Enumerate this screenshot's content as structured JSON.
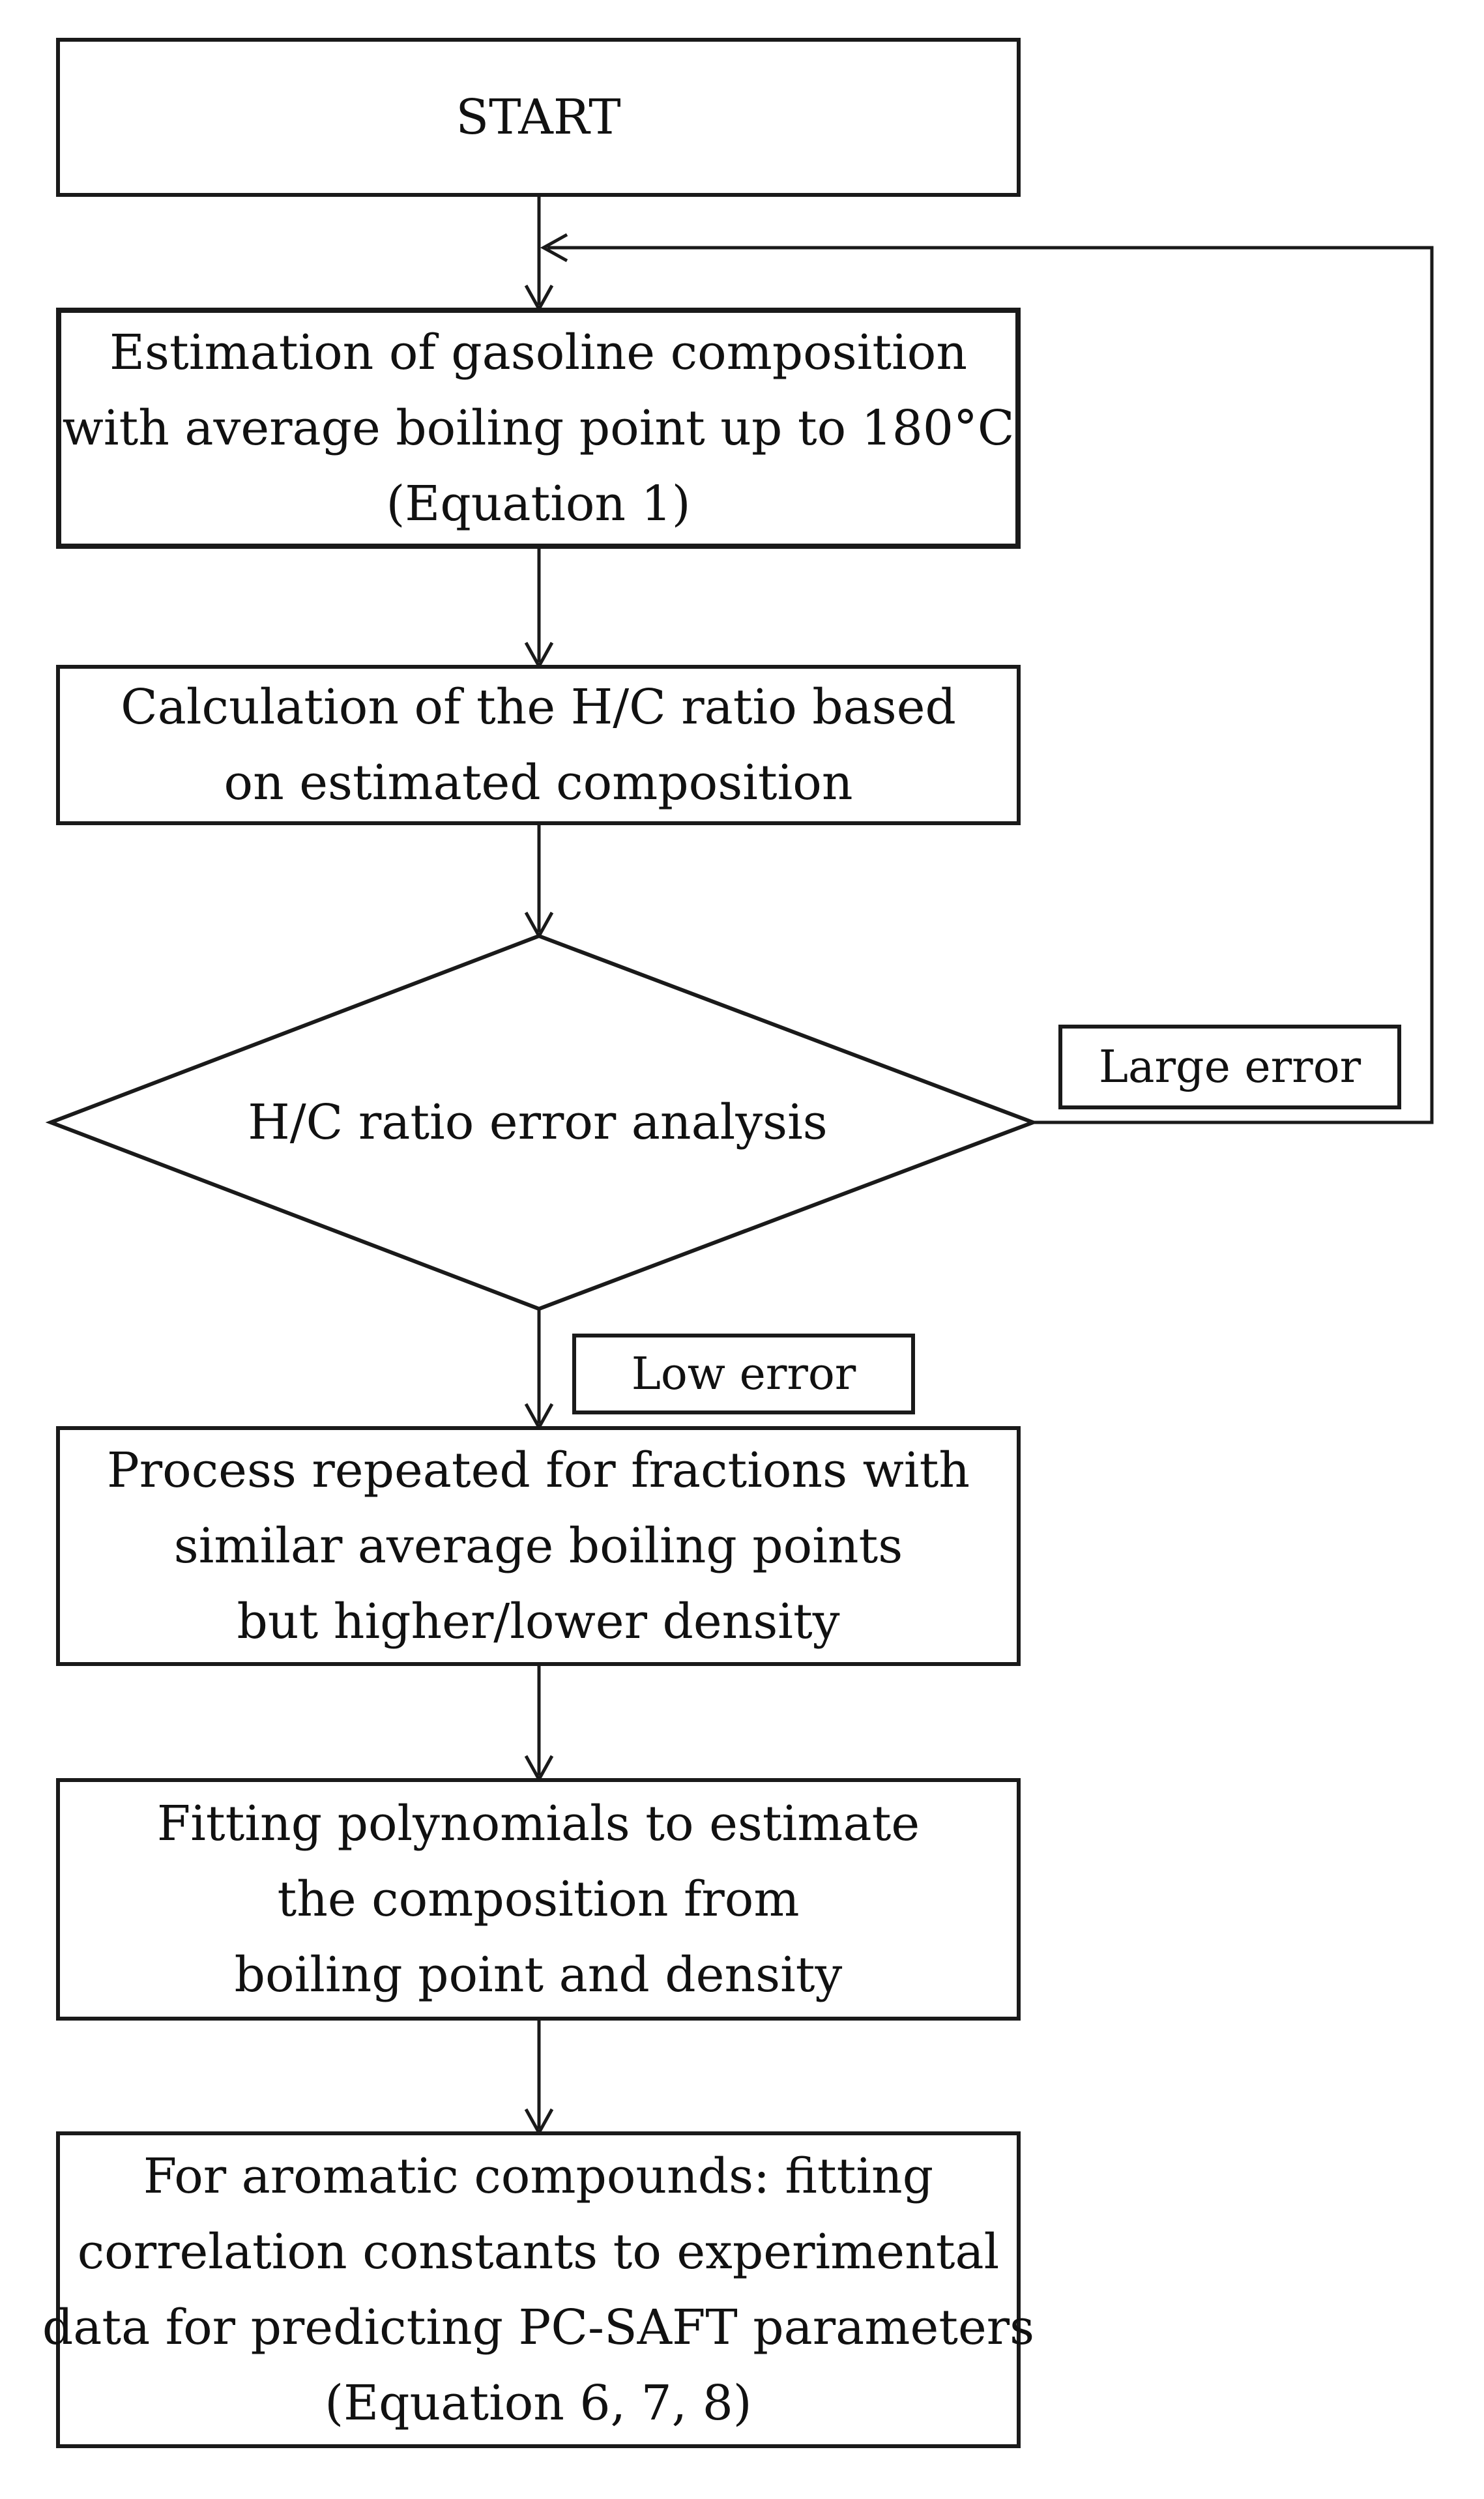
{
  "flowchart": {
    "start": "START",
    "step1": [
      "Estimation of gasoline composition",
      "with average boiling point up to 180°C",
      "(Equation 1)"
    ],
    "step2": [
      "Calculation of the H/C ratio based",
      "on estimated composition"
    ],
    "decision": "H/C ratio error analysis",
    "large_error_label": "Large error",
    "low_error_label": "Low error",
    "step3": [
      "Process repeated for fractions with",
      "similar average boiling points",
      "but higher/lower density"
    ],
    "step4": [
      "Fitting polynomials to estimate",
      "the composition from",
      "boiling point and density"
    ],
    "step5": [
      "For aromatic compounds: fitting",
      "correlation constants to experimental",
      "data for predicting PC-SAFT parameters",
      "(Equation 6, 7, 8)"
    ]
  }
}
